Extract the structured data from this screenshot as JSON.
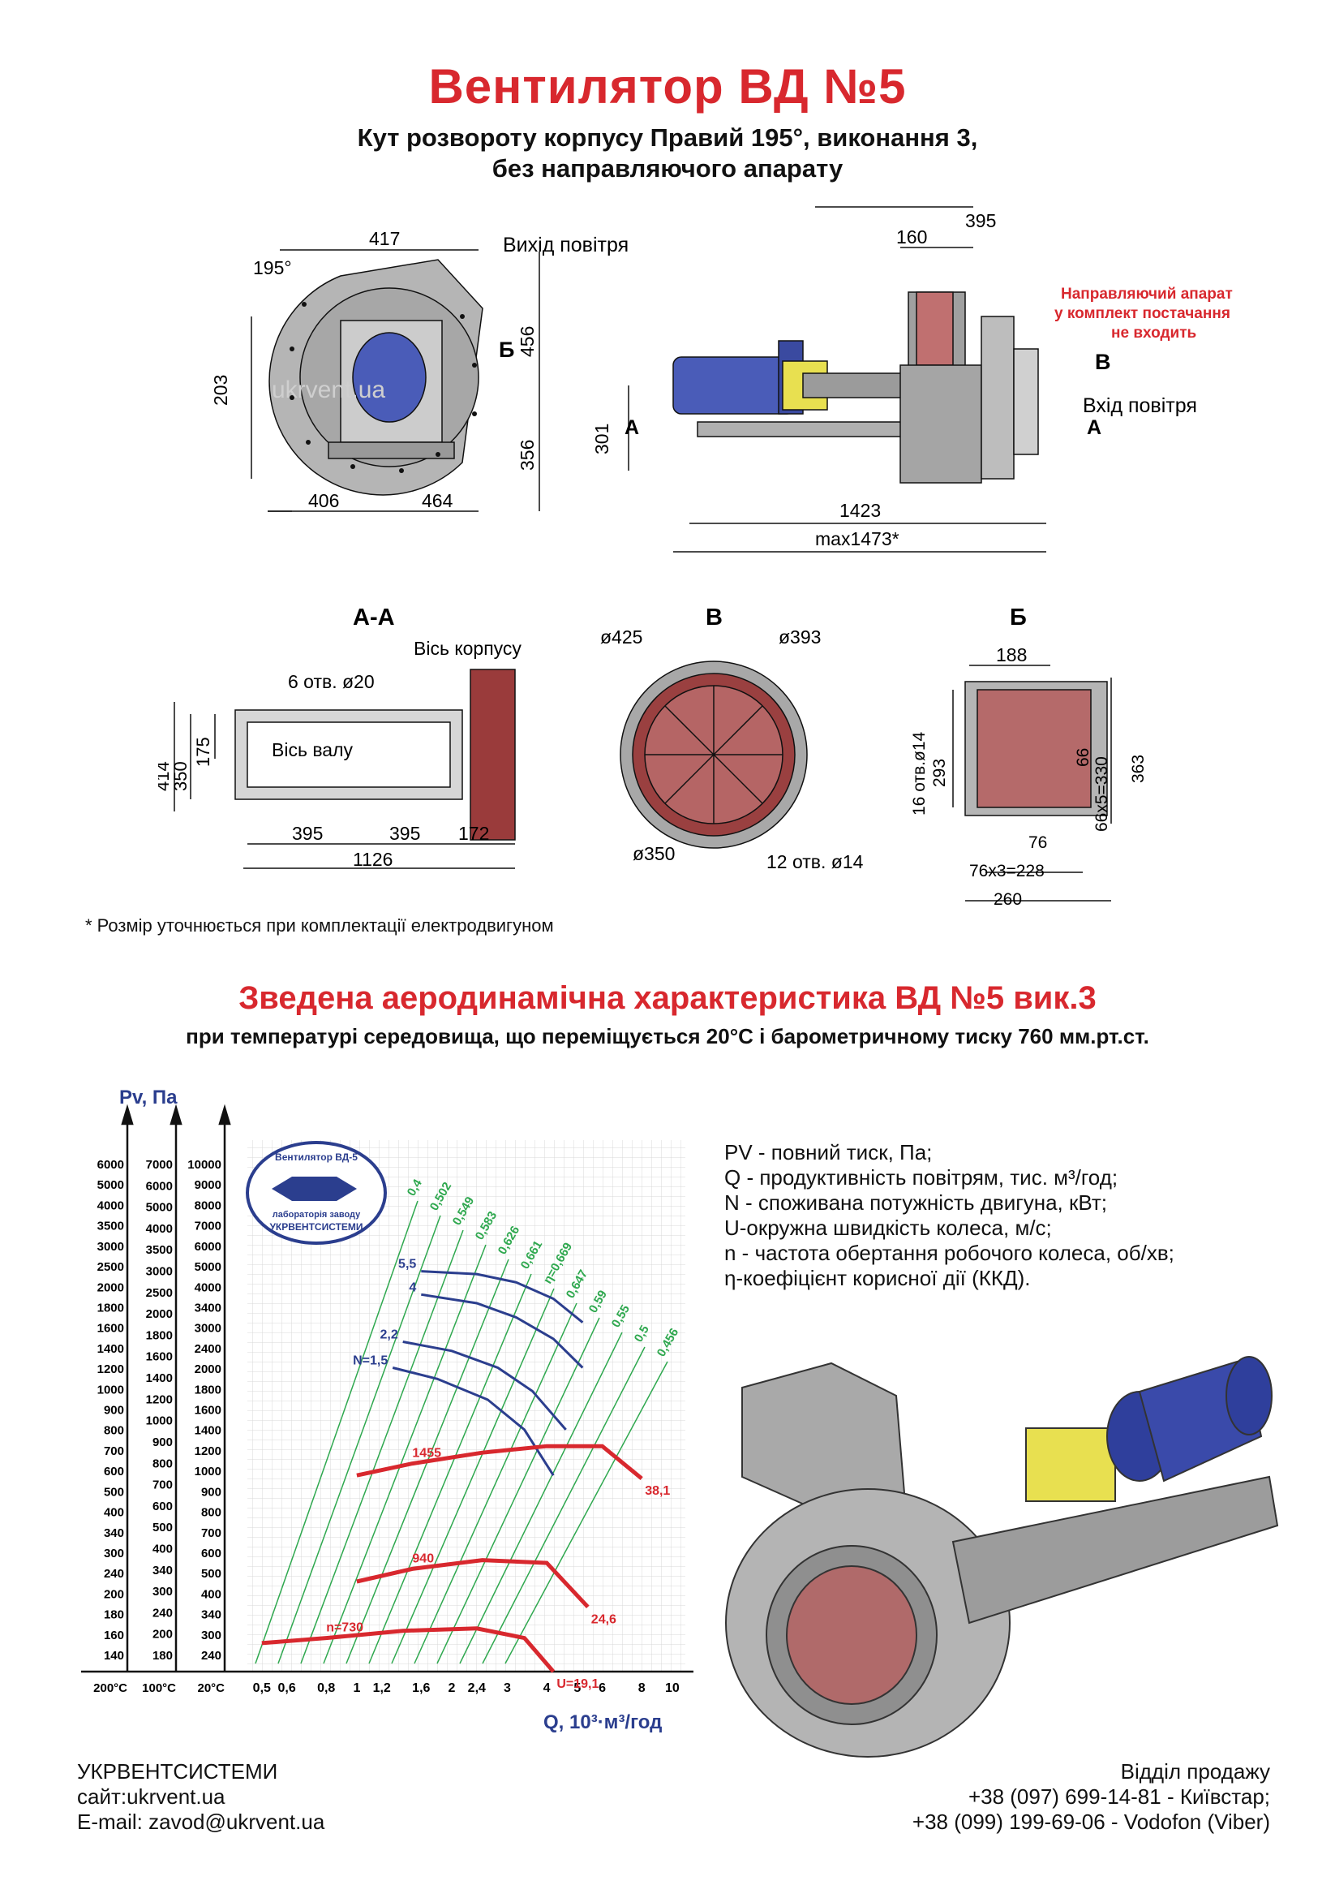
{
  "title": "Вентилятор  ВД №5",
  "subtitle_line1": "Кут розвороту корпусу Правий 195°, виконання 3,",
  "subtitle_line2": "без направляючого апарату",
  "front_view": {
    "angle": "195°",
    "dim_top": "417",
    "air_out": "Вихід повітря",
    "dim_left": "203",
    "dim_right_top": "456",
    "dim_right_bottom": "356",
    "dim_bottom_left": "406",
    "dim_bottom_right": "464",
    "section_mark": "Б",
    "watermark": "ukrvent.ua"
  },
  "side_view": {
    "dim_160": "160",
    "dim_395": "395",
    "guide_note_1": "Направляючий апарат",
    "guide_note_2": "у комплект постачання",
    "guide_note_3": "не входить",
    "mark_b": "В",
    "air_in": "Вхід повітря",
    "mark_a": "А",
    "dim_301": "301",
    "dim_1423": "1423",
    "dim_max": "max1473*"
  },
  "section_aa": {
    "label": "А-А",
    "axis_body": "Вісь корпусу",
    "holes": "6 отв. ø20",
    "axis_shaft": "Вісь валу",
    "dim_414": "414",
    "dim_350": "350",
    "dim_175": "175",
    "dim_395a": "395",
    "dim_395b": "395",
    "dim_172": "172",
    "dim_1126": "1126"
  },
  "section_v": {
    "label": "В",
    "d425": "ø425",
    "d393": "ø393",
    "d350": "ø350",
    "holes": "12 отв. ø14"
  },
  "section_b": {
    "label": "Б",
    "dim_188": "188",
    "holes": "16 отв.ø14",
    "dim_293": "293",
    "dim_66": "66",
    "dim_66x5": "66х5=330",
    "dim_363": "363",
    "dim_76": "76",
    "dim_76x3": "76х3=228",
    "dim_260": "260"
  },
  "footnote": "* Розмір уточнюється при комплектації електродвигуном",
  "aero_title": "Зведена аеродинамічна характеристика ВД №5 вик.3",
  "aero_sub": "при температурі середовища, що переміщується 20°С і барометричному тиску 760 мм.рт.ст.",
  "chart_data": {
    "type": "line",
    "ylabel": "Pv, Па",
    "xlabel": "Q, 10³·м³/год",
    "x_ticks": [
      "0,5",
      "0,6",
      "0,8",
      "1",
      "1,2",
      "1,6",
      "2",
      "2,4",
      "3",
      "4",
      "5",
      "6",
      "8",
      "10"
    ],
    "y_axes": [
      {
        "temp": "200°С",
        "ticks": [
          "6000",
          "5000",
          "4000",
          "3500",
          "3000",
          "2500",
          "2000",
          "1800",
          "1600",
          "1400",
          "1200",
          "1000",
          "900",
          "800",
          "700",
          "600",
          "500",
          "400",
          "340",
          "300",
          "240",
          "200",
          "180",
          "160",
          "140"
        ]
      },
      {
        "temp": "100°С",
        "ticks": [
          "7000",
          "6000",
          "5000",
          "4000",
          "3500",
          "3000",
          "2500",
          "2000",
          "1800",
          "1600",
          "1400",
          "1200",
          "1000",
          "900",
          "800",
          "700",
          "600",
          "500",
          "400",
          "340",
          "300",
          "240",
          "200",
          "180"
        ]
      },
      {
        "temp": "20°С",
        "ticks": [
          "10000",
          "9000",
          "8000",
          "7000",
          "6000",
          "5000",
          "4000",
          "3400",
          "3000",
          "2400",
          "2000",
          "1800",
          "1600",
          "1400",
          "1200",
          "1000",
          "900",
          "800",
          "700",
          "600",
          "500",
          "400",
          "340",
          "300",
          "240"
        ]
      }
    ],
    "power_curves": [
      {
        "label": "5,5",
        "x": [
          1.6,
          2.4,
          3.2,
          4.2,
          5.2
        ],
        "y": [
          3900,
          3820,
          3600,
          3200,
          2700
        ]
      },
      {
        "label": "4",
        "x": [
          1.6,
          2.4,
          3.2,
          4.2,
          5.2
        ],
        "y": [
          3300,
          3100,
          2800,
          2400,
          1950
        ]
      },
      {
        "label": "2,2",
        "x": [
          1.4,
          2.0,
          2.8,
          3.6,
          4.6
        ],
        "y": [
          2350,
          2200,
          1950,
          1650,
          1250
        ]
      },
      {
        "label": "N=1,5",
        "x": [
          1.3,
          1.8,
          2.6,
          3.4,
          4.2
        ],
        "y": [
          1950,
          1800,
          1550,
          1250,
          900
        ]
      }
    ],
    "speed_curves": [
      {
        "label": "1455",
        "end_label": "38,1",
        "x": [
          1.0,
          1.5,
          2.5,
          4.0,
          6.0,
          8.0
        ],
        "y": [
          900,
          980,
          1060,
          1110,
          1110,
          880
        ]
      },
      {
        "label": "940",
        "end_label": "24,6",
        "x": [
          1.0,
          1.5,
          2.5,
          4.0,
          5.4
        ],
        "y": [
          420,
          460,
          490,
          480,
          350
        ]
      },
      {
        "label": "n=730",
        "end_label": "U=19,1",
        "x": [
          0.5,
          0.8,
          1.4,
          2.4,
          3.4,
          4.2
        ],
        "y": [
          270,
          280,
          295,
          300,
          280,
          220
        ]
      }
    ],
    "efficiency_lines": [
      "0,4",
      "0,502",
      "0,549",
      "0,583",
      "0,626",
      "0,661",
      "η=0,669",
      "0,647",
      "0,59",
      "0,55",
      "0,5",
      "0,456"
    ]
  },
  "logo": {
    "top": "Вентилятор ВД-5",
    "middle": "лабораторія заводу",
    "bottom": "УКРВЕНТСИСТЕМИ"
  },
  "legend": [
    "PV - повний тиск, Па;",
    "Q - продуктивність повітрям, тис. м³/год;",
    "N - споживана потужність двигуна, кВт;",
    "U-окружна швидкість колеса, м/с;",
    "n - частота обертання робочого колеса, об/хв;",
    "η-коефіцієнт корисної дії (ККД)."
  ],
  "footer": {
    "company": "УКРВЕНТСИСТЕМИ",
    "site": "сайт:ukrvent.ua",
    "email": "E-mail: zavod@ukrvent.ua",
    "sales": "Відділ продажу",
    "phone1": "+38 (097) 699-14-81 - Київстар;",
    "phone2": "+38 (099) 199-69-06 - Vodofon (Viber)"
  },
  "colors": {
    "red": "#d8282e",
    "blue": "#2b3e8e",
    "green": "#2fa84f",
    "motor": "#2f3f9c",
    "yellow": "#e8e050",
    "body": "#9a9a9a"
  }
}
